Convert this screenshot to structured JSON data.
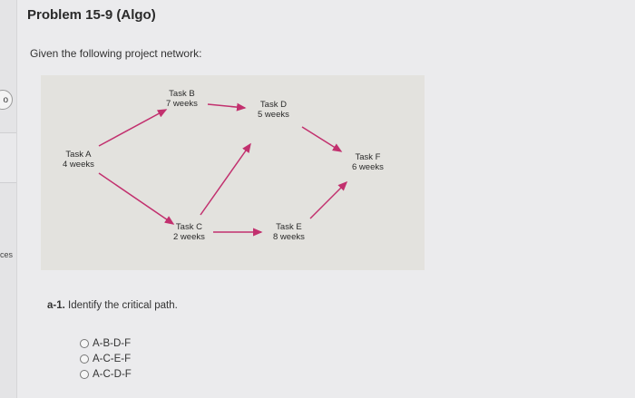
{
  "sidebar": {
    "badge_text": "o",
    "label_text": "ces"
  },
  "page": {
    "title": "Problem 15-9 (Algo)",
    "intro": "Given the following project network:"
  },
  "network": {
    "tasks": [
      {
        "id": "A",
        "name": "Task A",
        "duration": "4 weeks"
      },
      {
        "id": "B",
        "name": "Task B",
        "duration": "7 weeks"
      },
      {
        "id": "C",
        "name": "Task C",
        "duration": "2 weeks"
      },
      {
        "id": "D",
        "name": "Task D",
        "duration": "5 weeks"
      },
      {
        "id": "E",
        "name": "Task E",
        "duration": "8 weeks"
      },
      {
        "id": "F",
        "name": "Task F",
        "duration": "6 weeks"
      }
    ],
    "edges": [
      [
        "A",
        "B"
      ],
      [
        "A",
        "C"
      ],
      [
        "B",
        "D"
      ],
      [
        "C",
        "D"
      ],
      [
        "C",
        "E"
      ],
      [
        "D",
        "F"
      ],
      [
        "E",
        "F"
      ]
    ],
    "arrow_color": "#c2306e"
  },
  "question": {
    "number": "a-1.",
    "text": "Identify the critical path.",
    "options": [
      "A-B-D-F",
      "A-C-E-F",
      "A-C-D-F"
    ]
  }
}
